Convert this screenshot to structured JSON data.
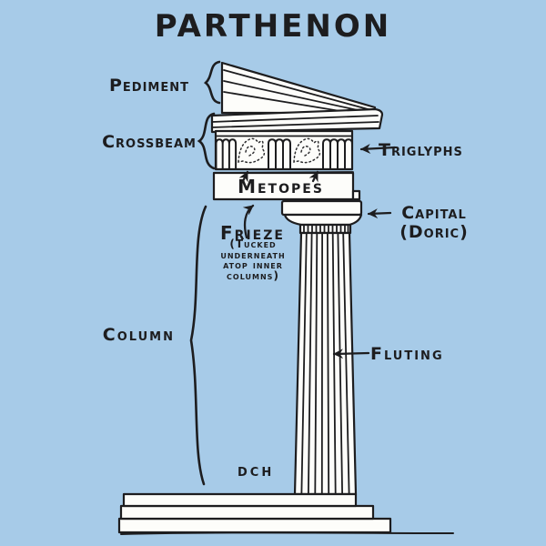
{
  "colors": {
    "background": "#a7cbe8",
    "ink": "#1d1d1f",
    "paper": "#fdfdfa"
  },
  "title": "PARTHENON",
  "labels": {
    "pediment": "Pediment",
    "crossbeam": "Crossbeam",
    "triglyphs": "Triglyphs",
    "metopes": "Metopes",
    "frieze": "Frieze",
    "frieze_note": [
      "(Tucked",
      "underneath",
      "atop inner",
      "columns)"
    ],
    "capital": "Capital",
    "capital_sub": "(Doric)",
    "column": "Column",
    "fluting": "Fluting"
  },
  "signature": "DCH"
}
